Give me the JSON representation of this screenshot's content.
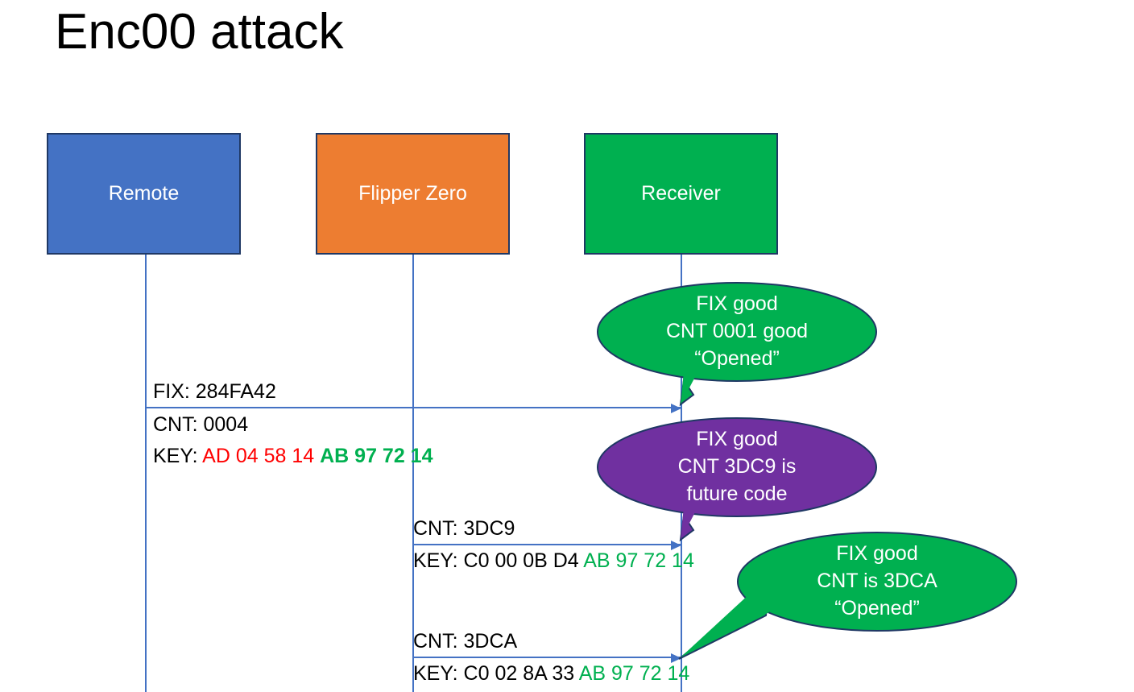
{
  "slide": {
    "title": "Enc00 attack"
  },
  "actors": [
    {
      "id": "remote",
      "label": "Remote",
      "color": "#4472C4"
    },
    {
      "id": "flipper",
      "label": "Flipper Zero",
      "color": "#ED7D31"
    },
    {
      "id": "receiver",
      "label": "Receiver",
      "color": "#00B050"
    }
  ],
  "messages": [
    {
      "id": "remote-to-receiver",
      "from": "remote",
      "to": "receiver",
      "fix_label": "FIX: 284FA42",
      "cnt_label": "CNT: 0004",
      "key_prefix": "KEY: ",
      "key_part_red": "AD 04 58 14 ",
      "key_part_green": "AB 97 72 14"
    },
    {
      "id": "flipper-future-code",
      "from": "flipper",
      "to": "receiver",
      "cnt_label": "CNT: 3DC9",
      "key_prefix": "KEY: C0 00 0B D4 ",
      "key_part_green": "AB 97 72 14"
    },
    {
      "id": "flipper-next-code",
      "from": "flipper",
      "to": "receiver",
      "cnt_label": "CNT: 3DCA",
      "key_prefix": "KEY: C0 02 8A 33 ",
      "key_part_green": "AB 97 72 14"
    }
  ],
  "callouts": [
    {
      "id": "callout-fix-good-0001",
      "color": "#00B050",
      "line1": "FIX good",
      "line2": "CNT 0001 good",
      "line3": "“Opened”"
    },
    {
      "id": "callout-future-code",
      "color": "#7030A0",
      "line1": "FIX good",
      "line2": "CNT 3DC9 is",
      "line3": "future code"
    },
    {
      "id": "callout-fix-good-3dca",
      "color": "#00B050",
      "line1": "FIX good",
      "line2": "CNT is 3DCA",
      "line3": "“Opened”"
    }
  ],
  "colors": {
    "remote_blue": "#4472C4",
    "flipper_orange": "#ED7D31",
    "receiver_green": "#00B050",
    "callout_purple": "#7030A0",
    "hex_red": "#FF0000",
    "hex_green": "#00B050",
    "outline_navy": "#1F3864",
    "lifeline_blue": "#4472C4"
  }
}
